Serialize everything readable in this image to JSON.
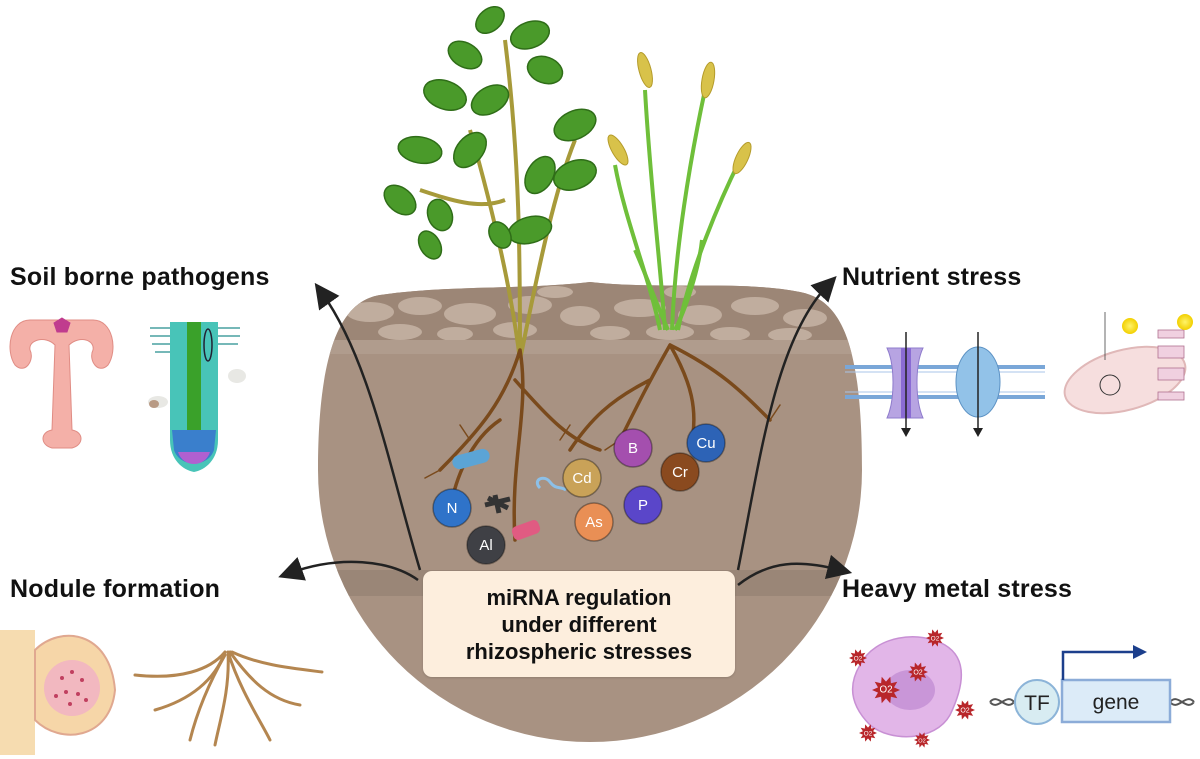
{
  "figure": {
    "title": "miRNA regulation under different rhizospheric stresses",
    "center_label_lines": [
      "miRNA regulation",
      "under different",
      "rhizospheric stresses"
    ]
  },
  "sections": {
    "top_left": {
      "title": "Soil borne pathogens",
      "illustrations": [
        "nematode",
        "infected-root-tip"
      ]
    },
    "bottom_left": {
      "title": "Nodule formation",
      "illustrations": [
        "root-nodule-cross-section",
        "root-system"
      ]
    },
    "top_right": {
      "title": "Nutrient stress",
      "illustrations": [
        "membrane-transporters",
        "mitochondrial-metabolism"
      ]
    },
    "bottom_right": {
      "title": "Heavy metal stress",
      "illustrations": [
        "ros-cell",
        "transcription-factor-gene"
      ]
    }
  },
  "ions": [
    {
      "symbol": "N",
      "color": "#2f73c9"
    },
    {
      "symbol": "Al",
      "color": "#3f4045"
    },
    {
      "symbol": "Cd",
      "color": "#c9a258"
    },
    {
      "symbol": "As",
      "color": "#e98f55"
    },
    {
      "symbol": "B",
      "color": "#a44fae"
    },
    {
      "symbol": "P",
      "color": "#5a46c9"
    },
    {
      "symbol": "Cr",
      "color": "#8a4a1f"
    },
    {
      "symbol": "Cu",
      "color": "#2d63b6"
    }
  ],
  "gene_diagram": {
    "tf_label": "TF",
    "gene_label": "gene"
  },
  "ros_label": "O2",
  "colors": {
    "soil": "#a89282",
    "soil_top": "#9b8576",
    "soil_stone": "#c3b0a1",
    "box_fill": "#fdeedd",
    "leaf_green": "#4a9a2a",
    "root_brown": "#7a4a1c",
    "arrow": "#222222"
  }
}
